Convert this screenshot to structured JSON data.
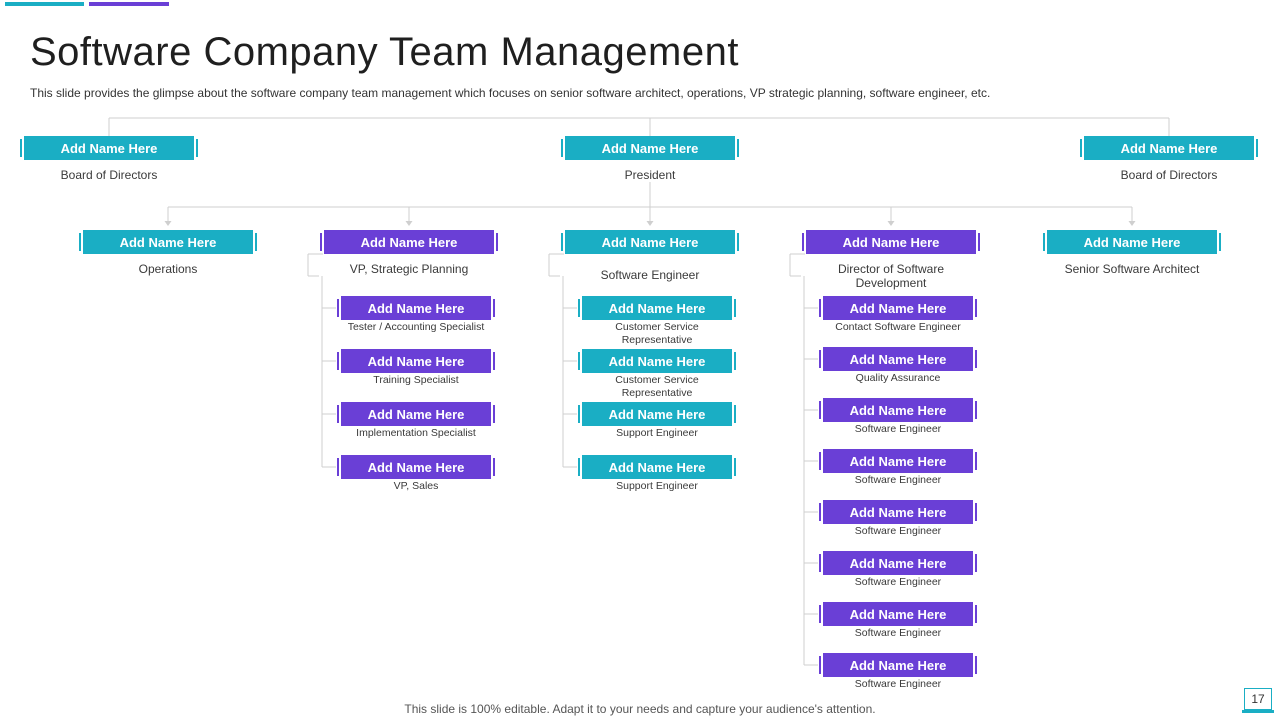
{
  "title": "Software Company Team Management",
  "subtitle": "This slide provides the glimpse about the software company team management which focuses on senior software architect, operations, VP strategic planning, software engineer, etc.",
  "name_placeholder": "Add Name Here",
  "colors": {
    "teal": "#1aaec4",
    "purple": "#6a3fd6",
    "connector": "#cfcfcf"
  },
  "top_level": [
    {
      "role": "Board of Directors",
      "color": "teal"
    },
    {
      "role": "President",
      "color": "teal"
    },
    {
      "role": "Board of Directors",
      "color": "teal"
    }
  ],
  "departments": [
    {
      "role": "Operations",
      "color": "teal",
      "members": []
    },
    {
      "role": "VP, Strategic Planning",
      "color": "purple",
      "members": [
        "Tester / Accounting Specialist",
        "Training Specialist",
        "Implementation Specialist",
        "VP, Sales"
      ]
    },
    {
      "role": "Software Engineer",
      "color": "teal",
      "members": [
        "Customer Service Representative",
        "Customer Service Representative",
        "Support Engineer",
        "Support Engineer"
      ]
    },
    {
      "role": "Director of Software Development",
      "color": "purple",
      "members": [
        "Contact Software Engineer",
        "Quality Assurance",
        "Software Engineer",
        "Software Engineer",
        "Software Engineer",
        "Software Engineer",
        "Software Engineer",
        "Software Engineer"
      ]
    },
    {
      "role": "Senior Software Architect",
      "color": "teal",
      "members": []
    }
  ],
  "footer": "This slide is 100% editable. Adapt it to your needs and capture your audience's attention.",
  "page_number": "17"
}
